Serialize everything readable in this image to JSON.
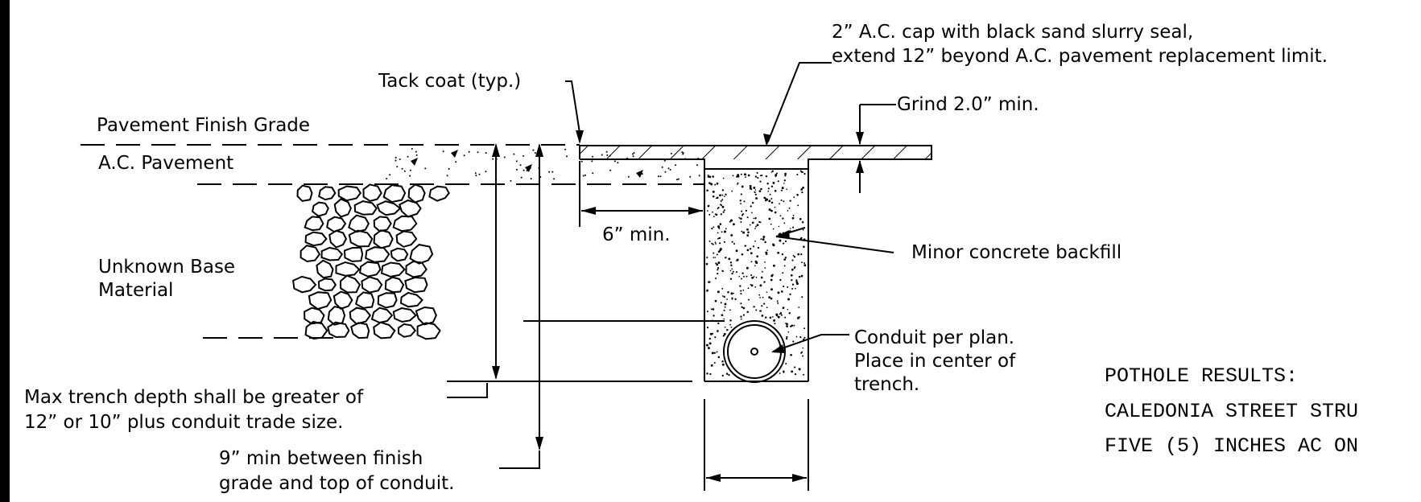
{
  "labels": {
    "cap_line1": "2” A.C. cap with black sand slurry seal,",
    "cap_line2": "extend 12” beyond A.C. pavement replacement limit.",
    "tack_coat": "Tack coat (typ.)",
    "grind": "Grind 2.0” min.",
    "pavement_finish_grade": "Pavement Finish Grade",
    "ac_pavement": "A.C. Pavement",
    "six_min": "6” min.",
    "minor_backfill": "Minor concrete backfill",
    "unknown_base_1": "Unknown Base",
    "unknown_base_2": "Material",
    "conduit_1": "Conduit per plan.",
    "conduit_2": "Place in center of",
    "conduit_3": "trench.",
    "max_depth_1": "Max trench depth shall be greater of",
    "max_depth_2": "12” or 10” plus conduit trade size.",
    "nine_min_1": "9” min between finish",
    "nine_min_2": "grade and top of conduit."
  },
  "notes": {
    "line1": "POTHOLE RESULTS:",
    "line2": "CALEDONIA STREET STRU",
    "line3": "FIVE (5) INCHES AC ON"
  }
}
